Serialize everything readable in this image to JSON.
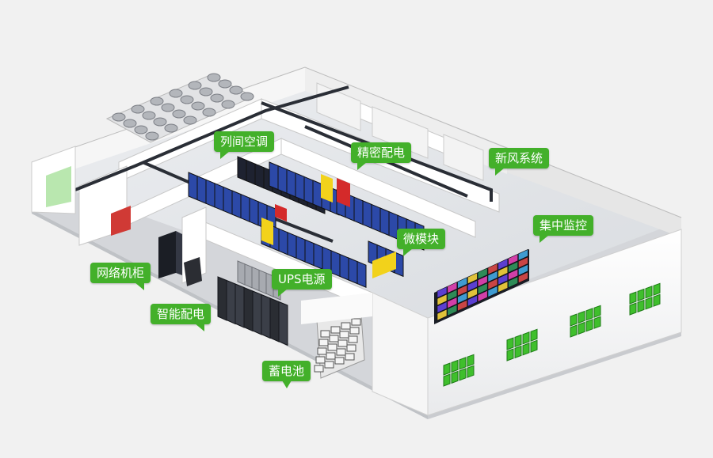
{
  "labels": {
    "inter_row_ac": "列间空调",
    "precision_pdu": "精密配电",
    "fresh_air": "新风系统",
    "central_monitor": "集中监控",
    "micro_module": "微模块",
    "network_cabinet": "网络机柜",
    "ups_power": "UPS电源",
    "smart_pdu": "智能配电",
    "battery": "蓄电池"
  },
  "colors": {
    "label_bg": "#43b02a",
    "wall": "#ffffff",
    "floor": "#e3e5e8",
    "rack_blue": "#2c49a8",
    "rack_dark": "#1e2230",
    "accent_yellow": "#f2d21b",
    "accent_red": "#d42a2a",
    "window_green": "#3fbf2c"
  }
}
